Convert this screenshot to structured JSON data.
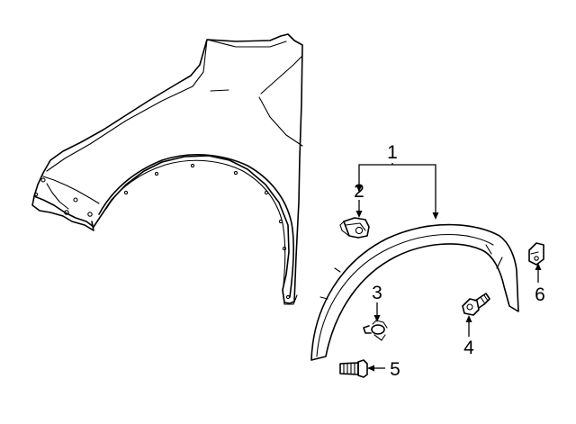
{
  "callouts": [
    {
      "id": 1,
      "text": "1"
    },
    {
      "id": 2,
      "text": "2"
    },
    {
      "id": 3,
      "text": "3"
    },
    {
      "id": 4,
      "text": "4"
    },
    {
      "id": 5,
      "text": "5"
    },
    {
      "id": 6,
      "text": "6"
    }
  ]
}
